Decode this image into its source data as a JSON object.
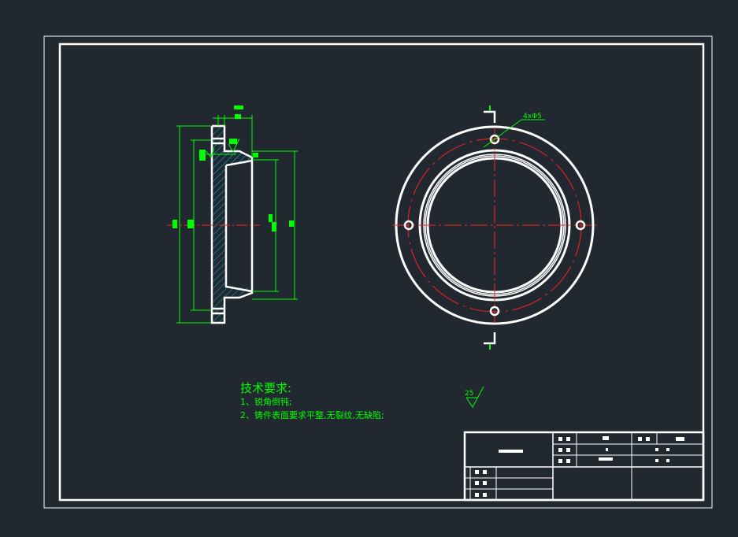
{
  "drawing": {
    "background_color": "#212830",
    "line_color": "#ffffff",
    "dimension_color": "#00ff00",
    "center_line_color": "#ff2020",
    "hatch_color": "#00bcd4"
  },
  "front_view": {
    "hole_callout": "4xΦ5"
  },
  "surface_finish": {
    "value": "25"
  },
  "tech_requirements": {
    "title": "技术要求:",
    "items": [
      "1、锐角倒钝;",
      "2、铸件表面要求平整,无裂纹,无缺陷;"
    ]
  }
}
